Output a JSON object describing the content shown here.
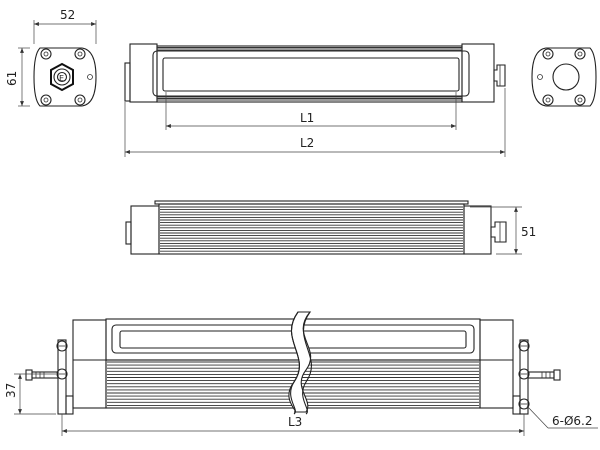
{
  "dimensions": {
    "width_top": "52",
    "height_end": "61",
    "length_l1": "L1",
    "length_l2": "L2",
    "height_side": "51",
    "height_bracket": "37",
    "length_l3": "L3",
    "holes_note": "6-Ø6.2"
  }
}
